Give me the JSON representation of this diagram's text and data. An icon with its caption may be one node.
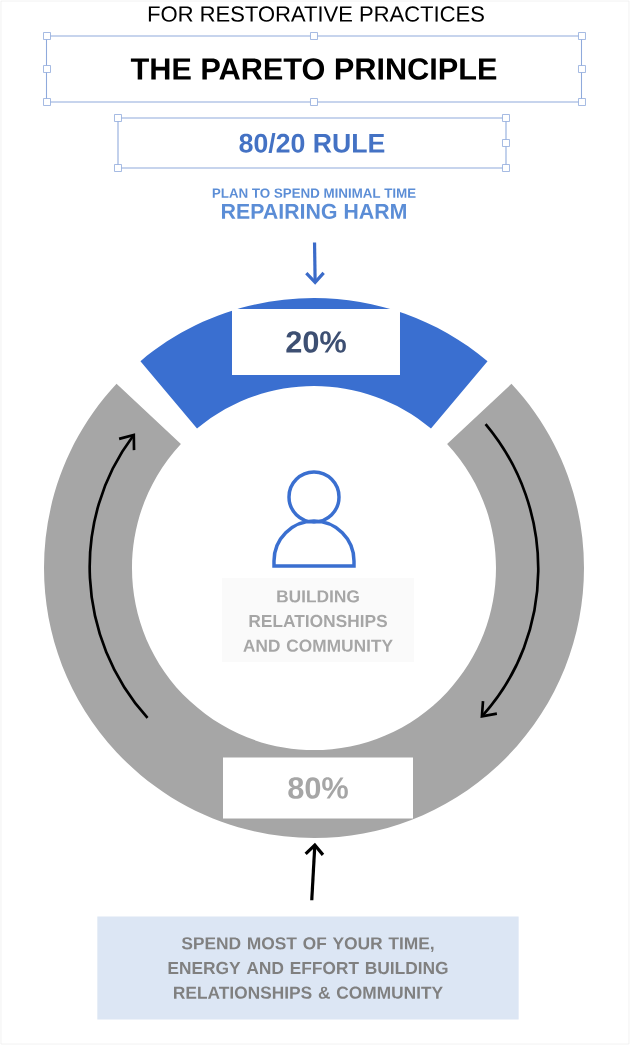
{
  "diagram": {
    "nodes": [
      {
        "text": [
          "THE PARETO PRINCIPLE"
        ]
      },
      {
        "text": [
          "80/20 RULE"
        ]
      },
      {
        "text": [
          "PLAN TO SPEND MINIMAL TIME",
          "REPAIRING HARM"
        ]
      },
      {
        "text": [
          "20%"
        ]
      },
      {
        "text": [
          "80%"
        ]
      },
      {
        "text": [
          "SPEND MOST OF YOUR TIME, ENERGY AND EFFORT BUILDING RELATIONSHIPS & COMMUNITY"
        ]
      }
    ],
    "edges": [
      {
        "from": 2,
        "to": 3,
        "arrow": "to",
        "color": "#3b6bc9"
      },
      {
        "from": 5,
        "to": 4,
        "arrow": "to",
        "color": "#000000"
      }
    ],
    "labels": [
      "FOR RESTORATIVE PRACTICES",
      "BUILDING RELATIONSHIPS AND COMMUNITY"
    ]
  }
}
